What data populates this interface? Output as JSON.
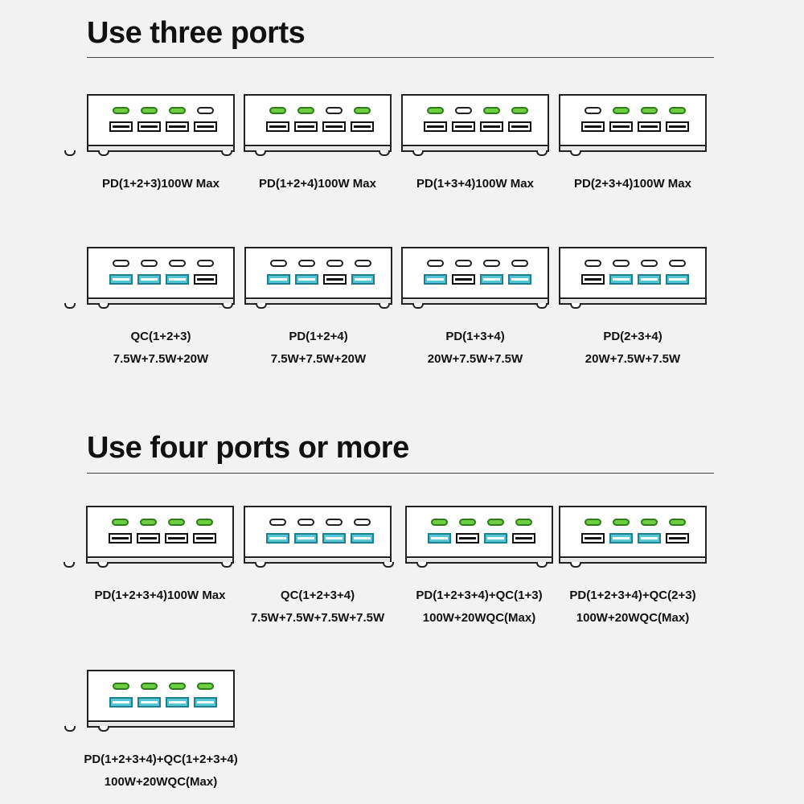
{
  "sections": [
    {
      "heading": "Use three ports",
      "configs": [
        {
          "c": [
            1,
            1,
            1,
            0
          ],
          "a": [
            0,
            0,
            0,
            0
          ],
          "lines": [
            "PD(1+2+3)100W Max"
          ]
        },
        {
          "c": [
            1,
            1,
            0,
            1
          ],
          "a": [
            0,
            0,
            0,
            0
          ],
          "lines": [
            "PD(1+2+4)100W Max"
          ]
        },
        {
          "c": [
            1,
            0,
            1,
            1
          ],
          "a": [
            0,
            0,
            0,
            0
          ],
          "lines": [
            "PD(1+3+4)100W Max"
          ]
        },
        {
          "c": [
            0,
            1,
            1,
            1
          ],
          "a": [
            0,
            0,
            0,
            0
          ],
          "lines": [
            "PD(2+3+4)100W Max"
          ]
        },
        {
          "c": [
            0,
            0,
            0,
            0
          ],
          "a": [
            1,
            1,
            1,
            0
          ],
          "lines": [
            "QC(1+2+3)",
            "7.5W+7.5W+20W"
          ]
        },
        {
          "c": [
            0,
            0,
            0,
            0
          ],
          "a": [
            1,
            1,
            0,
            1
          ],
          "lines": [
            "PD(1+2+4)",
            "7.5W+7.5W+20W"
          ]
        },
        {
          "c": [
            0,
            0,
            0,
            0
          ],
          "a": [
            1,
            0,
            1,
            1
          ],
          "lines": [
            "PD(1+3+4)",
            "20W+7.5W+7.5W"
          ]
        },
        {
          "c": [
            0,
            0,
            0,
            0
          ],
          "a": [
            0,
            1,
            1,
            1
          ],
          "lines": [
            "PD(2+3+4)",
            "20W+7.5W+7.5W"
          ]
        }
      ]
    },
    {
      "heading": "Use four ports or more",
      "configs": [
        {
          "c": [
            1,
            1,
            1,
            1
          ],
          "a": [
            0,
            0,
            0,
            0
          ],
          "lines": [
            "PD(1+2+3+4)100W Max"
          ]
        },
        {
          "c": [
            0,
            0,
            0,
            0
          ],
          "a": [
            1,
            1,
            1,
            1
          ],
          "lines": [
            "QC(1+2+3+4)",
            "7.5W+7.5W+7.5W+7.5W"
          ]
        },
        {
          "c": [
            1,
            1,
            1,
            1
          ],
          "a": [
            1,
            0,
            1,
            0
          ],
          "lines": [
            "PD(1+2+3+4)+QC(1+3)",
            "100W+20WQC(Max)"
          ]
        },
        {
          "c": [
            1,
            1,
            1,
            1
          ],
          "a": [
            0,
            1,
            1,
            0
          ],
          "lines": [
            "PD(1+2+3+4)+QC(2+3)",
            "100W+20WQC(Max)"
          ]
        },
        {
          "c": [
            1,
            1,
            1,
            1
          ],
          "a": [
            1,
            1,
            1,
            1
          ],
          "lines": [
            "PD(1+2+3+4)+QC(1+2+3+4)",
            "100W+20WQC(Max)"
          ]
        }
      ]
    }
  ],
  "colors": {
    "usb_c_active": "#6ccf3f",
    "usb_a_active": "#54c6d6",
    "port_inactive": "#ffffff",
    "outline": "#222222"
  }
}
